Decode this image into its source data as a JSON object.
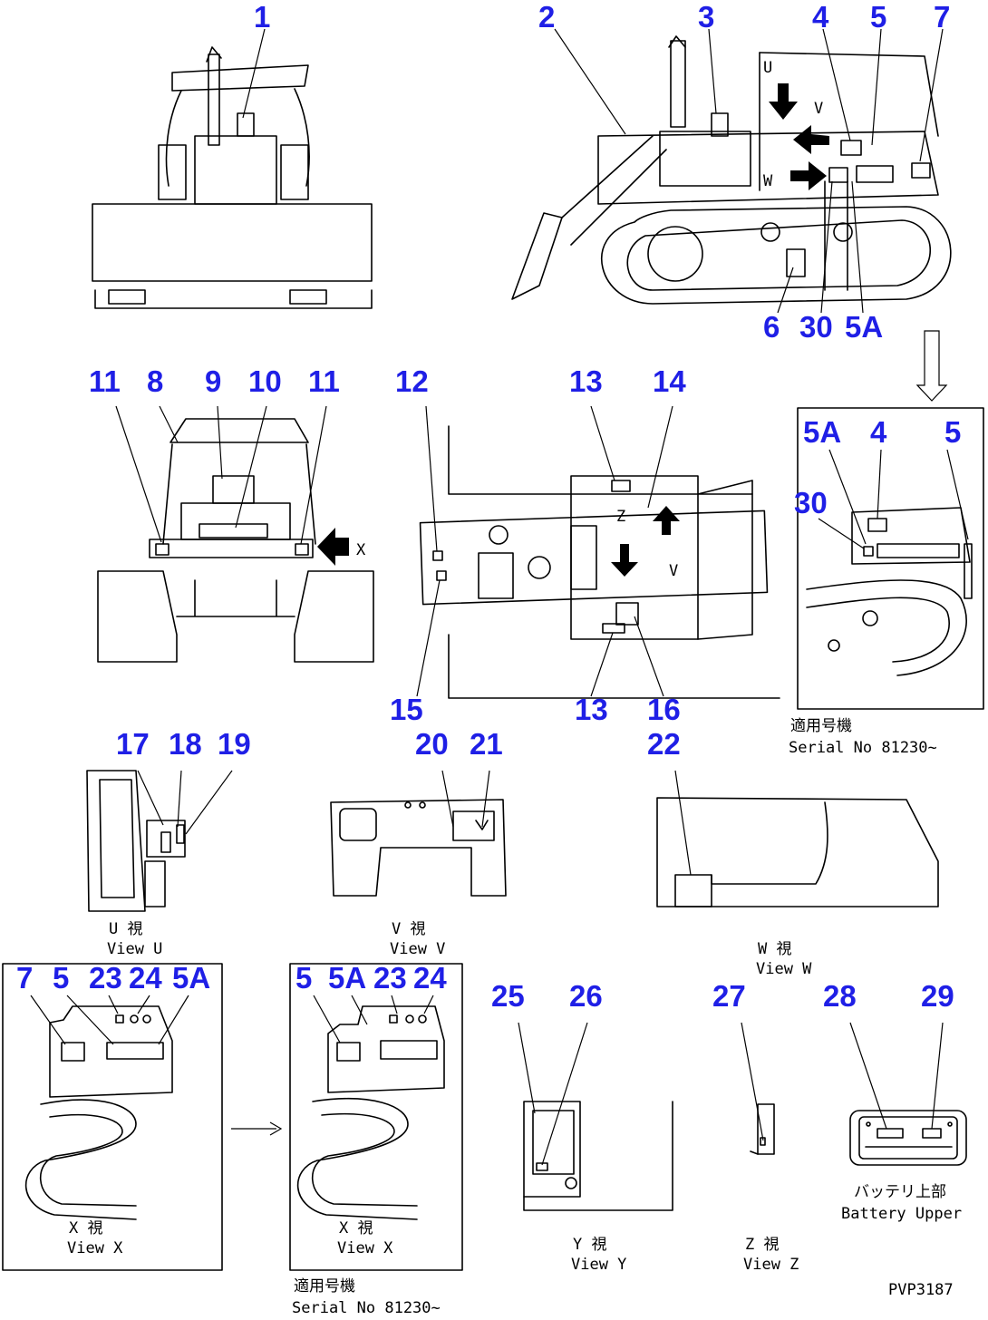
{
  "drawing_code": "PVP3187",
  "callouts": [
    "1",
    "2",
    "3",
    "4",
    "5",
    "7",
    "6",
    "30",
    "5A",
    "11",
    "8",
    "9",
    "10",
    "11",
    "12",
    "13",
    "14",
    "15",
    "13",
    "16",
    "5A",
    "4",
    "5",
    "30",
    "17",
    "18",
    "19",
    "20",
    "21",
    "22",
    "7",
    "5",
    "23",
    "24",
    "5A",
    "5",
    "5A",
    "23",
    "24",
    "25",
    "26",
    "27",
    "28",
    "29"
  ],
  "view_letters": {
    "u": "U",
    "v": "V",
    "w": "W",
    "x": "X",
    "z": "Z"
  },
  "captions": {
    "view_u": {
      "jp": "U 視",
      "en": "View U"
    },
    "view_v": {
      "jp": "V 視",
      "en": "View V"
    },
    "view_w": {
      "jp": "W 視",
      "en": "View W"
    },
    "view_x1": {
      "jp": "X 視",
      "en": "View X"
    },
    "view_x2": {
      "jp": "X 視",
      "en": "View X"
    },
    "view_y": {
      "jp": "Y 視",
      "en": "View Y"
    },
    "view_z": {
      "jp": "Z 視",
      "en": "View Z"
    },
    "serial_right": {
      "jp": "適用号機",
      "en": "Serial No 81230~"
    },
    "serial_bottom": {
      "jp": "適用号機",
      "en": "Serial No 81230~"
    },
    "battery": {
      "jp": "バッテリ上部",
      "en": "Battery Upper"
    }
  },
  "colors": {
    "callout": "#1f1fe6",
    "line": "#000000"
  }
}
